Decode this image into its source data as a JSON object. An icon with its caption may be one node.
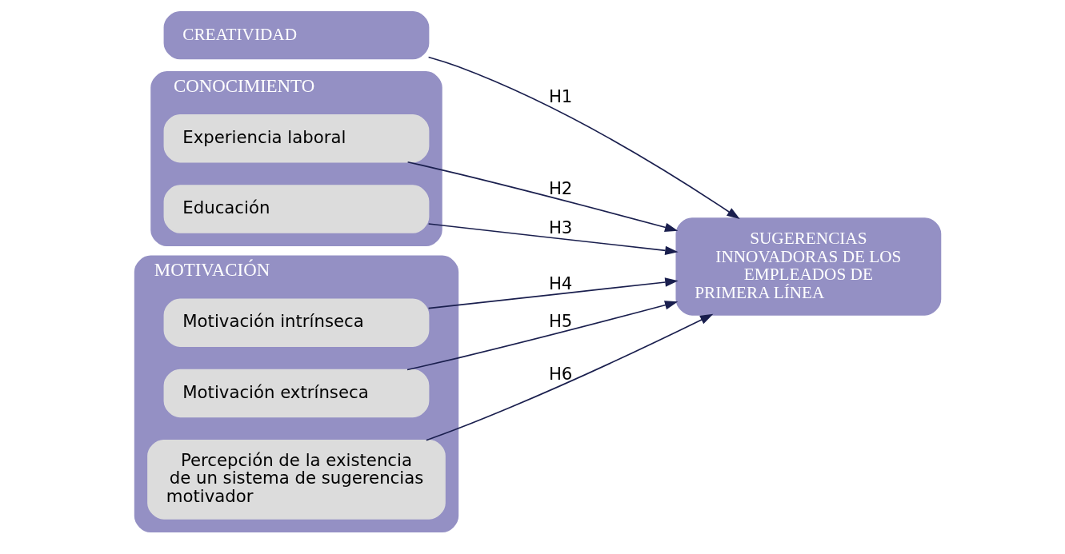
{
  "diagram": {
    "nodes": [
      {
        "text": [
          "CREATIVIDAD"
        ]
      },
      {
        "text": [
          "CONOCIMIENTO"
        ]
      },
      {
        "text": [
          "Experiencia laboral"
        ],
        "in": 1
      },
      {
        "text": [
          "Educación"
        ],
        "in": 1
      },
      {
        "text": [
          "MOTIVACIÓN"
        ]
      },
      {
        "text": [
          "Motivación intrínseca"
        ],
        "in": 4
      },
      {
        "text": [
          "Motivación extrínseca"
        ],
        "in": 4
      },
      {
        "text": [
          "Percepción de la existencia de un sistema de sugerencias motivador"
        ],
        "in": 4
      },
      {
        "text": [
          "SUGERENCIAS INNOVADORAS DE LOS EMPLEADOS DE PRIMERA LÍNEA"
        ]
      }
    ],
    "edges": [
      {
        "from": 0,
        "to": 8,
        "arrow": "to",
        "label": "H1"
      },
      {
        "from": 2,
        "to": 8,
        "arrow": "to",
        "label": "H2"
      },
      {
        "from": 3,
        "to": 8,
        "arrow": "to",
        "label": "H3"
      },
      {
        "from": 5,
        "to": 8,
        "arrow": "to",
        "label": "H4"
      },
      {
        "from": 6,
        "to": 8,
        "arrow": "to",
        "label": "H5"
      },
      {
        "from": 7,
        "to": 8,
        "arrow": "to",
        "label": "H6"
      }
    ]
  }
}
